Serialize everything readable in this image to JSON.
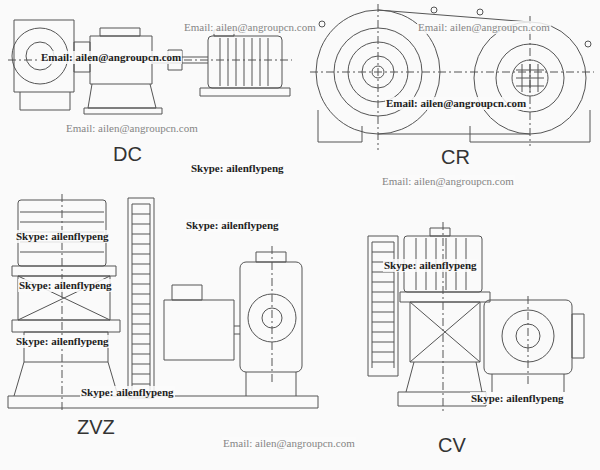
{
  "diagram": {
    "labels": [
      "Email: ailen@angroupcn.com",
      "Email: ailen@angroupcn.com",
      "Email: ailen@angroupcn.com",
      "Email: ailen@angroupcn.com",
      "Email: ailen@angroupcn.com",
      "DC",
      "CR",
      "Skype: ailenflypeng",
      "Email: ailen@angroupcn.com",
      "Skype: ailenflypeng",
      "Skype: ailenflypeng",
      "Skype: ailenflypeng",
      "Skype: ailenflypeng",
      "Skype: ailenflypeng",
      "Skype: ailenflypeng",
      "Skype: ailenflypeng",
      "ZVZ",
      "Email: ailen@angroupcn.com",
      "CV"
    ]
  }
}
